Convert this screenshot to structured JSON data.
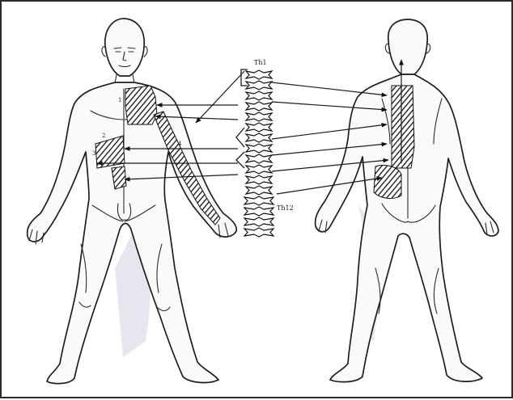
{
  "labels": {
    "spine_top": "Th1",
    "spine_bottom": "Th12",
    "zone_numbers": [
      "1",
      "2",
      "3",
      "4"
    ]
  },
  "colors": {
    "ink": "#1a1a1a",
    "hatch_fill": "#3a3a3a",
    "paper": "#ffffff",
    "faint_shade": "#e9e5ee"
  }
}
